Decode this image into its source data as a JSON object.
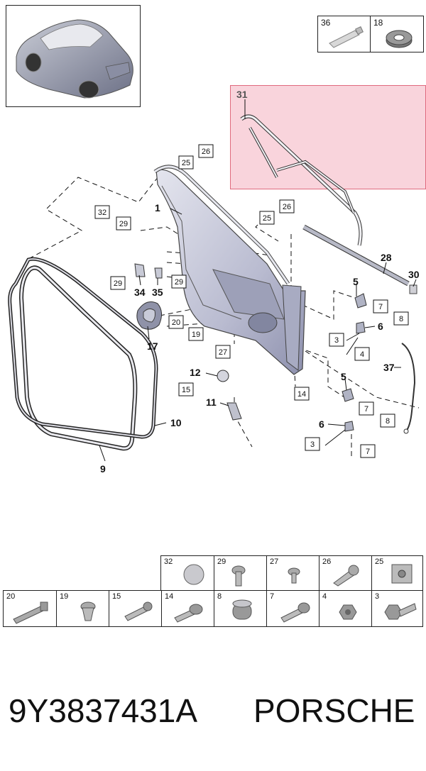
{
  "footer": {
    "part_number": "9Y3837431A",
    "brand": "PORSCHE"
  },
  "highlight_color": "#f9d4dc",
  "top_boxes": [
    {
      "num": "36",
      "icon": "grease-tube-icon"
    },
    {
      "num": "18",
      "icon": "tape-roll-icon"
    }
  ],
  "callouts": {
    "c31": "31",
    "c1": "1",
    "c9": "9",
    "c10": "10",
    "c17": "17",
    "c34": "34",
    "c35": "35",
    "c12": "12",
    "c11": "11",
    "c28": "28",
    "c30": "30",
    "c5a": "5",
    "c6a": "6",
    "c5b": "5",
    "c6b": "6",
    "c37": "37"
  },
  "boxed_labels": {
    "b25a": "25",
    "b26a": "26",
    "b32": "32",
    "b29a": "29",
    "b25b": "25",
    "b26b": "26",
    "b29b": "29",
    "b29c": "29",
    "b20": "20",
    "b19": "19",
    "b27": "27",
    "b15": "15",
    "b14": "14",
    "b7a": "7",
    "b8a": "8",
    "b3a": "3",
    "b4": "4",
    "b7b": "7",
    "b8b": "8",
    "b3b": "3",
    "b7c": "7"
  },
  "fastener_table_top": [
    {
      "num": "32",
      "icon": "cap-icon"
    },
    {
      "num": "29",
      "icon": "bolt-icon"
    },
    {
      "num": "27",
      "icon": "screw-icon"
    },
    {
      "num": "26",
      "icon": "tapping-screw-icon"
    },
    {
      "num": "25",
      "icon": "clip-nut-icon"
    }
  ],
  "fastener_table_bottom": [
    {
      "num": "20",
      "icon": "long-bolt-icon"
    },
    {
      "num": "19",
      "icon": "expansion-nut-icon"
    },
    {
      "num": "15",
      "icon": "bolt-icon"
    },
    {
      "num": "14",
      "icon": "flange-bolt-icon"
    },
    {
      "num": "8",
      "icon": "cap-icon"
    },
    {
      "num": "7",
      "icon": "bolt-icon"
    },
    {
      "num": "4",
      "icon": "nut-icon"
    },
    {
      "num": "3",
      "icon": "hex-bolt-icon"
    }
  ]
}
